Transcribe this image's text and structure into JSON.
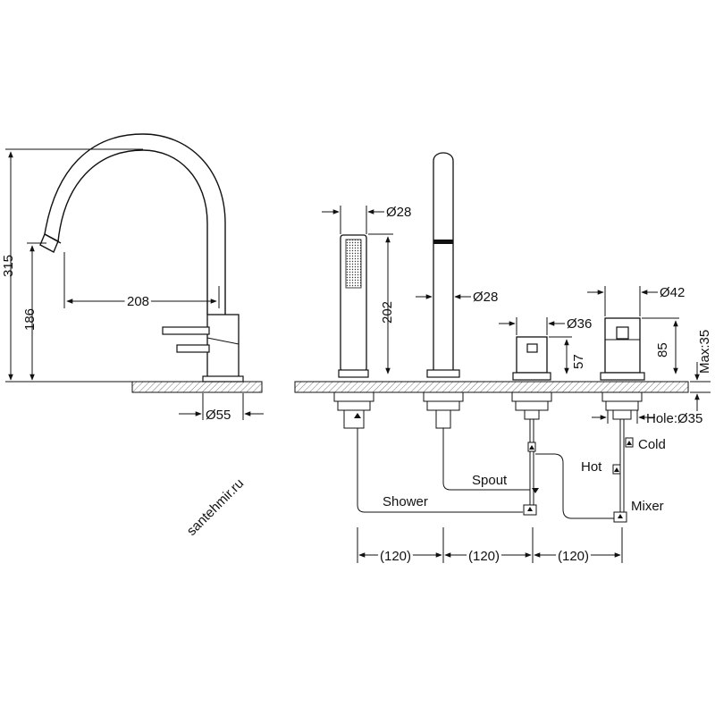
{
  "watermark": "santehmir.ru",
  "front_view": {
    "dim_total_height": "315",
    "dim_spout_height": "186",
    "dim_reach": "208",
    "dim_base_diameter": "Ø55"
  },
  "side_view": {
    "dim_handshower_diameter": "Ø28",
    "dim_handshower_height": "202",
    "dim_spout_diameter": "Ø28",
    "dim_diverter_diameter": "Ø36",
    "dim_diverter_height": "57",
    "dim_mixer_diameter": "Ø42",
    "dim_mixer_height": "85",
    "dim_max_thickness": "Max:35",
    "dim_hole": "Hole:Ø35",
    "label_cold": "Cold",
    "label_hot": "Hot",
    "label_mixer": "Mixer",
    "label_spout": "Spout",
    "label_shower": "Shower",
    "spacing": [
      "(120)",
      "(120)",
      "(120)"
    ]
  }
}
